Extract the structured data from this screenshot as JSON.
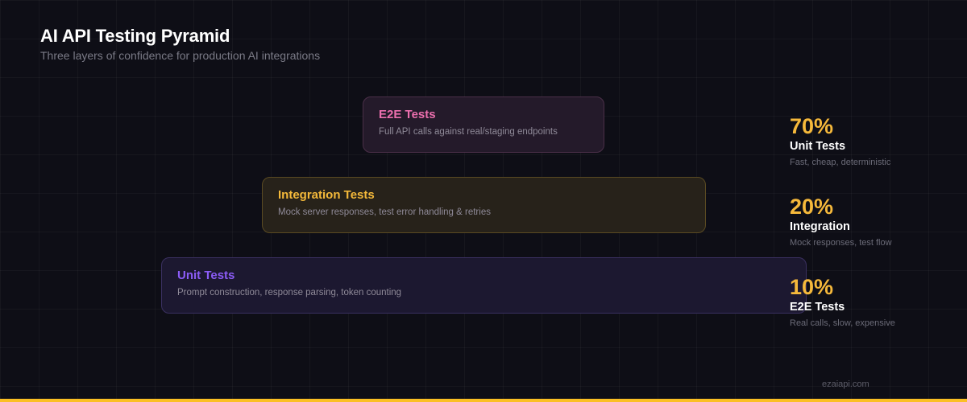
{
  "header": {
    "title": "AI API Testing Pyramid",
    "subtitle": "Three layers of confidence for production AI integrations"
  },
  "pyramid": {
    "layers": [
      {
        "title": "E2E Tests",
        "description": "Full API calls against real/staging endpoints",
        "color": "#ec6fae"
      },
      {
        "title": "Integration Tests",
        "description": "Mock server responses, test error handling & retries",
        "color": "#f4b93a"
      },
      {
        "title": "Unit Tests",
        "description": "Prompt construction, response parsing, token counting",
        "color": "#8b5cf6"
      }
    ]
  },
  "stats": [
    {
      "percent": "70%",
      "name": "Unit Tests",
      "description": "Fast, cheap, deterministic"
    },
    {
      "percent": "20%",
      "name": "Integration",
      "description": "Mock responses, test flow"
    },
    {
      "percent": "10%",
      "name": "E2E Tests",
      "description": "Real calls, slow, expensive"
    }
  ],
  "footer": {
    "brand": "ezaiapi.com",
    "accent_color": "#fbbf24"
  }
}
